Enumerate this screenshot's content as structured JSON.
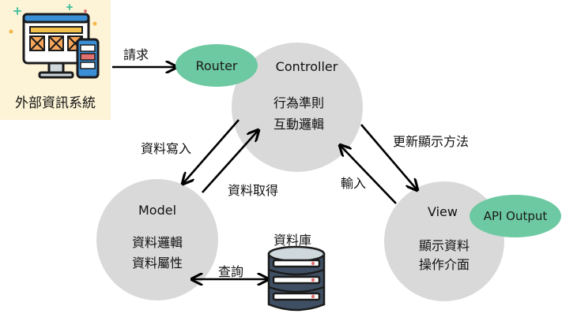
{
  "colors": {
    "circle": "#d9d9d9",
    "accent": "#6cc9a1",
    "external_bg": "#fdf3d6",
    "arrow": "#000000"
  },
  "external_system": {
    "icon": "computer-and-phone-wireframe-icon",
    "label": "外部資訊系統"
  },
  "edges": {
    "request": "請求",
    "data_write": "資料寫入",
    "data_get": "資料取得",
    "update_display": "更新顯示方法",
    "input": "輸入",
    "query": "查詢"
  },
  "controller": {
    "title": "Controller",
    "line1": "行為準則",
    "line2": "互動邏輯",
    "badge": "Router"
  },
  "model": {
    "title": "Model",
    "line1": "資料邏輯",
    "line2": "資料屬性"
  },
  "view": {
    "title": "View",
    "line1": "顯示資料",
    "line2": "操作介面",
    "badge": "API Output"
  },
  "database": {
    "icon": "database-icon",
    "label": "資料庫"
  }
}
